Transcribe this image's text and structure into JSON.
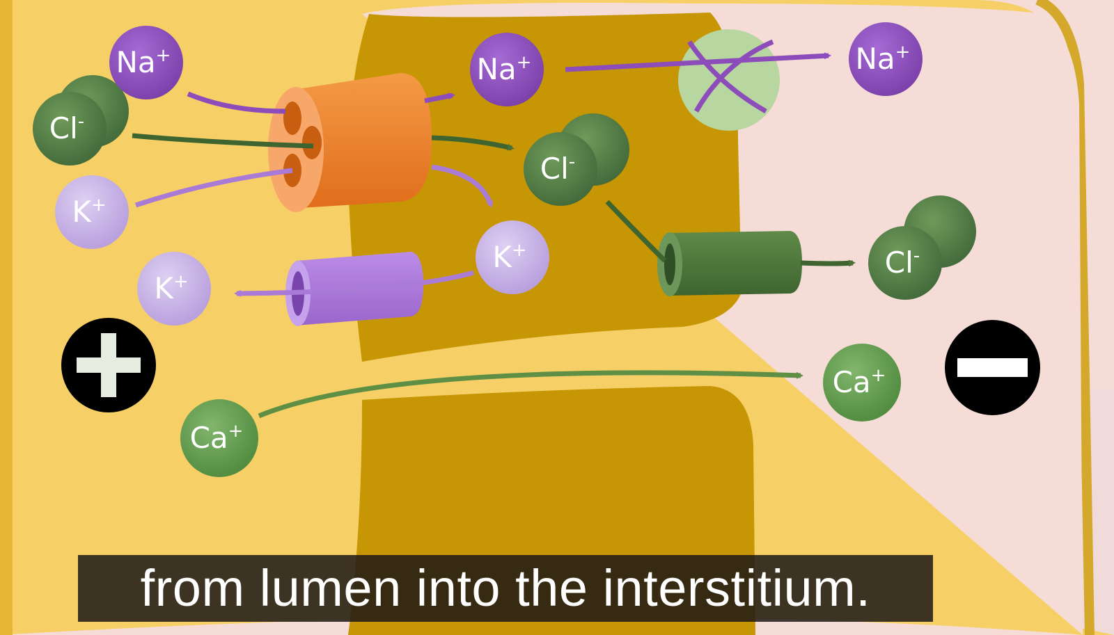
{
  "ions": [
    {
      "symbol": "Na",
      "charge": "+",
      "role": "sodium-lumen"
    },
    {
      "symbol": "Cl",
      "charge": "-",
      "role": "chloride-lumen"
    },
    {
      "symbol": "K",
      "charge": "+",
      "role": "potassium-lumen-in"
    },
    {
      "symbol": "K",
      "charge": "+",
      "role": "potassium-lumen-out"
    },
    {
      "symbol": "Ca",
      "charge": "+",
      "role": "calcium-lumen"
    },
    {
      "symbol": "Na",
      "charge": "+",
      "role": "sodium-cell"
    },
    {
      "symbol": "Cl",
      "charge": "-",
      "role": "chloride-cell"
    },
    {
      "symbol": "K",
      "charge": "+",
      "role": "potassium-cell"
    },
    {
      "symbol": "Na",
      "charge": "+",
      "role": "sodium-interstitium"
    },
    {
      "symbol": "Cl",
      "charge": "-",
      "role": "chloride-interstitium"
    },
    {
      "symbol": "Ca",
      "charge": "+",
      "role": "calcium-interstitium"
    }
  ],
  "colors": {
    "lumen": "#f6d066",
    "cell": "#c79605",
    "interstitium": "#f5dcd6",
    "sodium": "#8c4dbb",
    "potassium": "#c6aee6",
    "chloride": "#4f7b3e",
    "calcium": "#5e9a4a",
    "cotransporter": "#ef8a33",
    "potassium_channel": "#a97ad6",
    "chloride_channel": "#4a7136"
  },
  "icons": [
    "plus-sign-icon",
    "minus-sign-icon"
  ],
  "caption": "from lumen into the interstitium."
}
